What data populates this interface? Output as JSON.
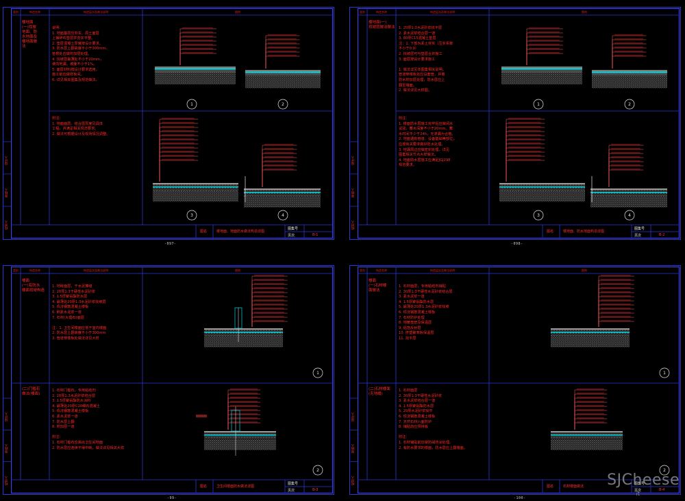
{
  "page_numbers": [
    "-097-",
    "-098-",
    "-99-",
    "-100-"
  ],
  "header": {
    "col1": "类别",
    "col2": "构造名称",
    "col3": "构造层次及做法说明",
    "col4": "图例"
  },
  "side_labels": [
    "设计人",
    "审核人",
    "校对人"
  ],
  "sheets": [
    {
      "category": "楼地面\n(一)找坡\n地面、防\n水地面及\n楼地面做\n法",
      "notes_top": "说明：\n1. 地面基层应夯实、原土面层\n上铺碎石垫层并夯实平整。\n2. 垫层混凝土厚度按设计要求。\n3. 防水层上翻高度不小于300mm，\n管根处应做附加层处理。\n4. 找坡层最薄处不小于20mm，\n坡向地漏，坡度不小于1%。\n5. 面层材料按设计要求选用，\n施工前应做样板间。\n6. 详见相关图集及规范做法。",
      "notes_bottom": "附注：\n1. 地面面层、结合层厚度见具体\n工程，并满足相关规范要求。\n2. 做法可根据设计及现场情况调整。",
      "title_block": {
        "label": "图名",
        "name": "楼地面、地面防水做法构造详图",
        "code_label": "图集号",
        "page_label": "页次",
        "page": "B-1"
      },
      "callouts": [
        "1",
        "2",
        "3",
        "4"
      ]
    },
    {
      "category": "楼地面(一)\n找坡层做法做法",
      "notes_top": "1. 20厚1:3水泥砂浆找平层\n2. 素水泥浆结合层一道\n3. 80厚C15混凝土垫层\n注：1. 下部为素土夯实（压实系数\n不小于0.9）\n2. 找坡层可与垫层合并施工\n3. 面层按设计要求施工\n\n1. 做法详见本图集相关说明，\n管道穿楼板处应设套管，并做\n防水附加层处理，防水层应上\n翻至墙面。\n2. 做法详见大样图。",
      "notes_bottom": "附注：\n1. 楼面防水层施工完毕后应做闭水\n试验，蓄水深度不小于20mm，蓄\n水时间不少于24h，无渗漏为合格。\n2. 地面遇有管道、设备基础等部位，\n应按有关要求做好防水处理。\n3. 地漏周边应做密封处理，详见\n图集相关节点大样做法。\n4. 地面防水层施工应满足JGJ298\n规范要求。",
      "title_block": {
        "label": "图名",
        "name": "楼地面、防水地面构造详图",
        "code_label": "图集号",
        "page_label": "页次",
        "page": "B-2"
      },
      "callouts": [
        "1",
        "2",
        "3",
        "4"
      ]
    },
    {
      "category": "楼面\n(一)有防水\n楼面找坡构造",
      "notes_top": "1. 地砖面层，干水泥擦缝\n2. 20厚1:3干硬性水泥砂浆\n3. 1.5厚聚氨酯防水层\n4. 最薄处20厚1:3水泥砂浆找坡层\n5. 现浇钢筋混凝土楼板\n6. 刷素水泥浆一道\n7. 石材(大理石)面层\n\n注：1. 卫生间楼面应低于室内楼面\n2. 防水层上翻高度不小于300mm\n3. 管道穿楼板处做法详见大样",
      "notes_mid": "(二)门槛石\n做法(楼面)",
      "notes_bottom": "1. 石材门槛石，专用粘结剂\n2. 20厚1:3水泥砂浆结合层\n3. 1.5厚聚氨酯防水涂料\n4. 最薄处20厚C20细石混凝土\n5. 现浇钢筋混凝土楼板\n6. 素水泥浆一道\n7. 防水层上翻\n8. 附加层一道\n\n附注：\n1. 石材门槛石应高出卫生间地面\n2. 防水层应连续不得中断，做法详见相关大样",
      "title_block": {
        "label": "图名",
        "name": "卫生间楼面防水做法详图",
        "code_label": "图集号",
        "page_label": "页次",
        "page": "B-3"
      },
      "callouts": [
        "1",
        "2"
      ]
    },
    {
      "category": "楼面\n(一)石材楼\n面做法",
      "notes_top": "1. 石材面层，专用粘结剂铺贴\n2. 30厚1:3干硬性水泥砂浆结合层\n3. 素水泥浆一道\n4. 1.5厚聚氨酯防水层\n5. 最薄处20厚1:3水泥砂浆找坡\n6. 现浇钢筋混凝土楼板\n7. 石材防护处理\n8. 地暖盘管及保温层\n9. 铝箔反射层\n10. 挤塑聚苯板保温层\n11. 找平层",
      "notes_mid": "(二)石材楼面\n(无地暖)",
      "notes_bottom": "1. 石材面层\n2. 30厚1:3干硬性水泥砂浆\n3. 素水泥浆结合层一道\n4. 1.5厚聚氨酯防水层\n5. 20厚水泥砂浆找平\n6. 现浇钢筋混凝土楼板\n7. 天然石材六面防护\n8. 铺贴前应预排版\n\n附注：\n1. 石材铺贴前应做防碱背涂处理。\n2. 有防水要求的楼面，防水层应上翻墙面。",
      "title_block": {
        "label": "图名",
        "name": "石材楼面做法",
        "code_label": "图集号",
        "page_label": "页次",
        "page": "B-4"
      },
      "callouts": [
        "1",
        "2"
      ]
    }
  ],
  "watermark": {
    "brand": "SJCheese",
    "sub": "ït"
  },
  "colors": {
    "border": "#2b35d8",
    "text": "#ff2a2a",
    "leader": "#ff5a5a",
    "cyan": "#00d8e0",
    "hatch": "#9a9a9a"
  }
}
